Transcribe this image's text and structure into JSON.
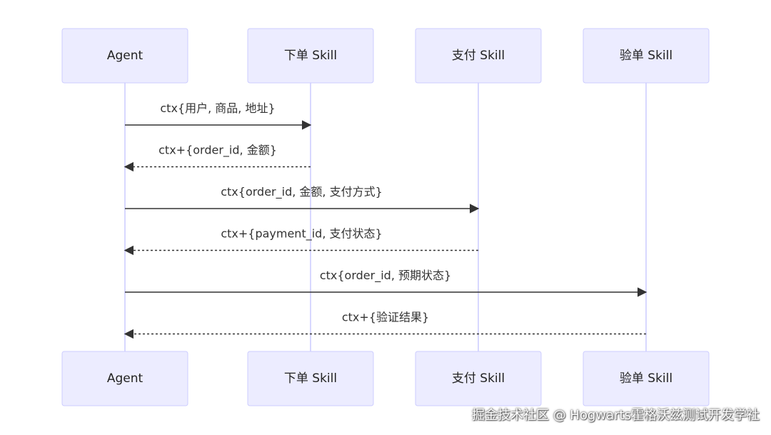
{
  "participants": [
    {
      "id": "agent",
      "label": "Agent"
    },
    {
      "id": "order",
      "label": "下单 Skill"
    },
    {
      "id": "pay",
      "label": "支付 Skill"
    },
    {
      "id": "verify",
      "label": "验单 Skill"
    }
  ],
  "messages": [
    {
      "from": "agent",
      "to": "order",
      "label": "ctx{用户, 商品, 地址}",
      "style": "solid"
    },
    {
      "from": "order",
      "to": "agent",
      "label": "ctx+{order_id, 金额}",
      "style": "dashed"
    },
    {
      "from": "agent",
      "to": "pay",
      "label": "ctx{order_id, 金额, 支付方式}",
      "style": "solid"
    },
    {
      "from": "pay",
      "to": "agent",
      "label": "ctx+{payment_id, 支付状态}",
      "style": "dashed"
    },
    {
      "from": "agent",
      "to": "verify",
      "label": "ctx{order_id, 预期状态}",
      "style": "solid"
    },
    {
      "from": "verify",
      "to": "agent",
      "label": "ctx+{验证结果}",
      "style": "dashed"
    }
  ],
  "colors": {
    "actor_fill": "#ECECFF",
    "actor_stroke": "#CCCCFF",
    "lifeline": "#CCCCFF",
    "message": "#333333"
  },
  "watermark": "掘金技术社区 @ Hogwarts霍格沃兹测试开发学社"
}
